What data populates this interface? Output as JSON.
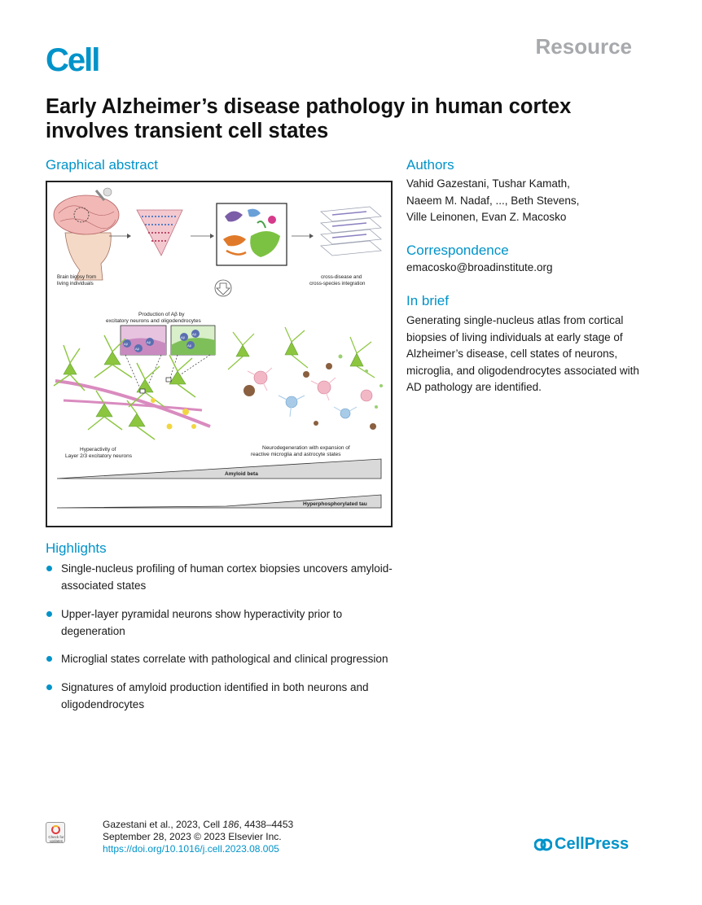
{
  "header": {
    "journal_logo": "Cell",
    "article_type": "Resource"
  },
  "title": "Early Alzheimer’s disease pathology in human cortex involves transient cell states",
  "graphical_abstract": {
    "heading": "Graphical abstract",
    "labels": {
      "biopsy_line1": "Brain biopsy from",
      "biopsy_line2": "living individuals",
      "integration_line1": "cross-disease and",
      "integration_line2": "cross-species integration",
      "production_line1": "Production of Aβ by",
      "production_line2": "excitatory neurons and oligodendrocytes",
      "abeta_tag": "Aβ",
      "hyper_line1": "Hyperactivity of",
      "hyper_line2": "Layer 2/3 excitatory neurons",
      "neuro_line1": "Neurodegeneration with expansion of",
      "neuro_line2": "reactive microglia and astrocyte states",
      "amyloid_bar": "Amyloid beta",
      "tau_bar": "Hyperphosphorylated tau"
    }
  },
  "authors": {
    "heading": "Authors",
    "line1": "Vahid Gazestani, Tushar Kamath,",
    "line2": "Naeem M. Nadaf, ..., Beth Stevens,",
    "line3": "Ville Leinonen, Evan Z. Macosko"
  },
  "correspondence": {
    "heading": "Correspondence",
    "email": "emacosko@broadinstitute.org"
  },
  "in_brief": {
    "heading": "In brief",
    "text": "Generating single-nucleus atlas from cortical biopsies of living individuals at early stage of Alzheimer’s disease, cell states of neurons, microglia, and oligodendrocytes associated with AD pathology are identified."
  },
  "highlights": {
    "heading": "Highlights",
    "items": [
      "Single-nucleus profiling of human cortex biopsies uncovers amyloid-associated states",
      "Upper-layer pyramidal neurons show hyperactivity prior to degeneration",
      "Microglial states correlate with pathological and clinical progression",
      "Signatures of amyloid production identified in both neurons and oligodendrocytes"
    ]
  },
  "footer": {
    "crossmark": "Check for updates",
    "citation_authors": "Gazestani et al., 2023, Cell ",
    "citation_volume": "186",
    "citation_pages": ", 4438–4453",
    "date_line": "September 28, 2023 © 2023 Elsevier Inc.",
    "doi": "https://doi.org/10.1016/j.cell.2023.08.005",
    "publisher": "CellPress"
  },
  "colors": {
    "cell_blue": "#0093c9",
    "resource_gray": "#a7a9ac",
    "neuron_green": "#8cc63f",
    "pink": "#d98bbf",
    "purple": "#7b5ea7",
    "orange": "#e07a2a"
  }
}
